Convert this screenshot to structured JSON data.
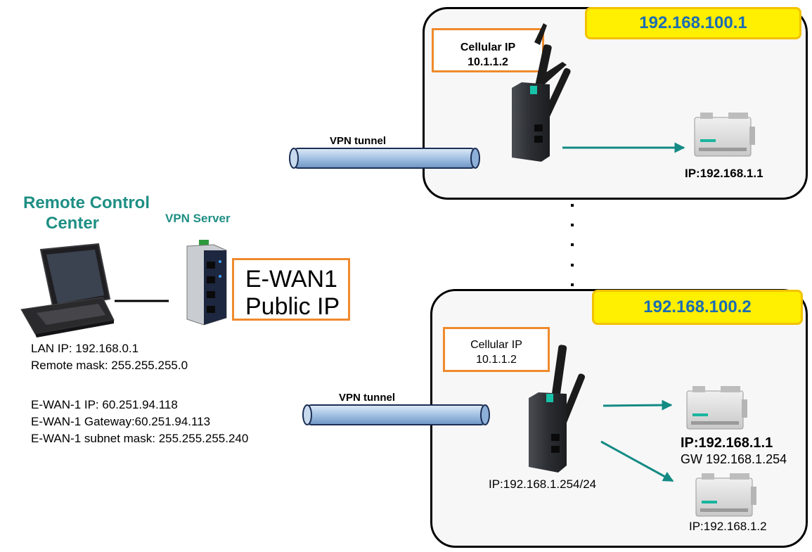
{
  "remote_center": {
    "title_line1": "Remote Control",
    "title_line2": "Center",
    "lan_ip": "LAN IP:  192.168.0.1",
    "remote_mask": "Remote mask: 255.255.255.0",
    "ewan_ip": "E-WAN-1 IP:  60.251.94.118",
    "ewan_gateway": "E-WAN-1 Gateway:60.251.94.113",
    "ewan_mask": "E-WAN-1 subnet mask: 255.255.255.240"
  },
  "vpn_server": {
    "label": "VPN Server",
    "wan_line1": "E-WAN1",
    "wan_line2": "Public IP"
  },
  "site1": {
    "subnet": "192.168.100.1",
    "cellular_label": "Cellular IP",
    "cellular_ip": "10.1.1.2",
    "tunnel_label": "VPN tunnel",
    "device_ip": "IP:192.168.1.1"
  },
  "site2": {
    "subnet": "192.168.100.2",
    "cellular_label": "Cellular IP",
    "cellular_ip": "10.1.1.2",
    "tunnel_label": "VPN tunnel",
    "router_ip": "IP:192.168.1.254/24",
    "device1_ip": "IP:192.168.1.1",
    "device1_gw": "GW 192.168.1.254",
    "device2_ip": "IP:192.168.1.2"
  },
  "colors": {
    "teal": "#1e8f84",
    "orange_border": "#ef8a2c",
    "yellow_tag": "#ffef00",
    "blue_text": "#1a6cb4",
    "tunnel_fill": "#a9c6e6"
  },
  "icons": [
    "laptop-icon",
    "vpn-server-device-icon",
    "cellular-router-icon",
    "io-controller-icon"
  ]
}
